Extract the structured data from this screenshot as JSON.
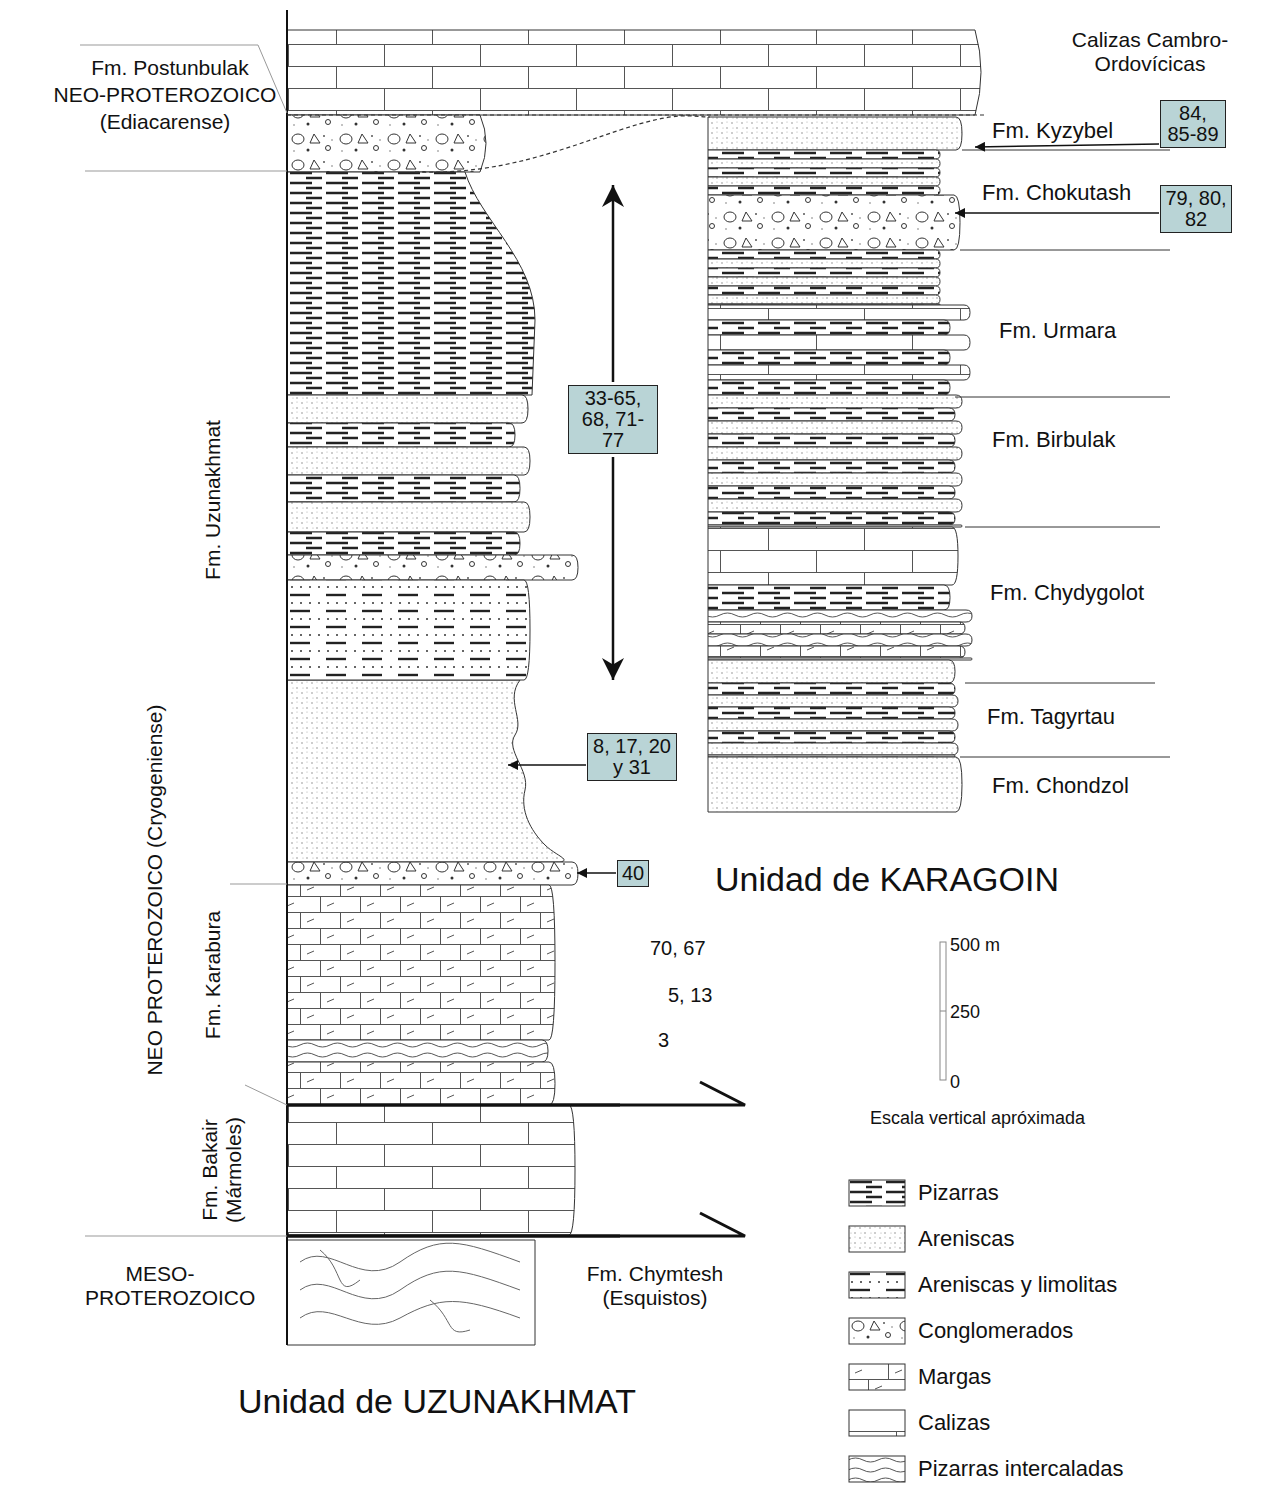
{
  "diagram": {
    "nodes": [
      {
        "text": [
          "84, 85-89"
        ]
      },
      {
        "text": [
          "79, 80, 82"
        ]
      },
      {
        "text": [
          "33-65, 68, 71-77"
        ]
      },
      {
        "text": [
          "8, 17, 20 y 31"
        ]
      },
      {
        "text": [
          "40"
        ]
      }
    ],
    "labels": [
      "Calizas Cambro- Ordovícicas",
      "Fm. Postunbulak",
      "NEO-PROTEROZOICO",
      "(Ediacarense)",
      "Fm. Uzunakhmat",
      "NEO PROTEROZOICO (Cryogeniense)",
      "Fm. Karabura",
      "Fm. Bakair (Mármoles)",
      "MESO- PROTEROZOICO",
      "Fm. Chymtesh (Esquistos)",
      "Unidad de UZUNAKHMAT",
      "Unidad de KARAGOIN",
      "Fm. Kyzybel",
      "Fm. Chokutash",
      "Fm. Urmara",
      "Fm. Birbulak",
      "Fm. Chydygolot",
      "Fm. Tagyrtau",
      "Fm. Chondzol",
      "70, 67",
      "5, 13",
      "3",
      "500 m",
      "250",
      "0",
      "Escala vertical apróximada"
    ],
    "legend": [
      {
        "text": "Pizarras"
      },
      {
        "text": "Areniscas"
      },
      {
        "text": "Areniscas y limolitas"
      },
      {
        "text": "Conglomerados"
      },
      {
        "text": "Margas"
      },
      {
        "text": "Calizas"
      },
      {
        "text": "Pizarras intercaladas"
      }
    ]
  }
}
